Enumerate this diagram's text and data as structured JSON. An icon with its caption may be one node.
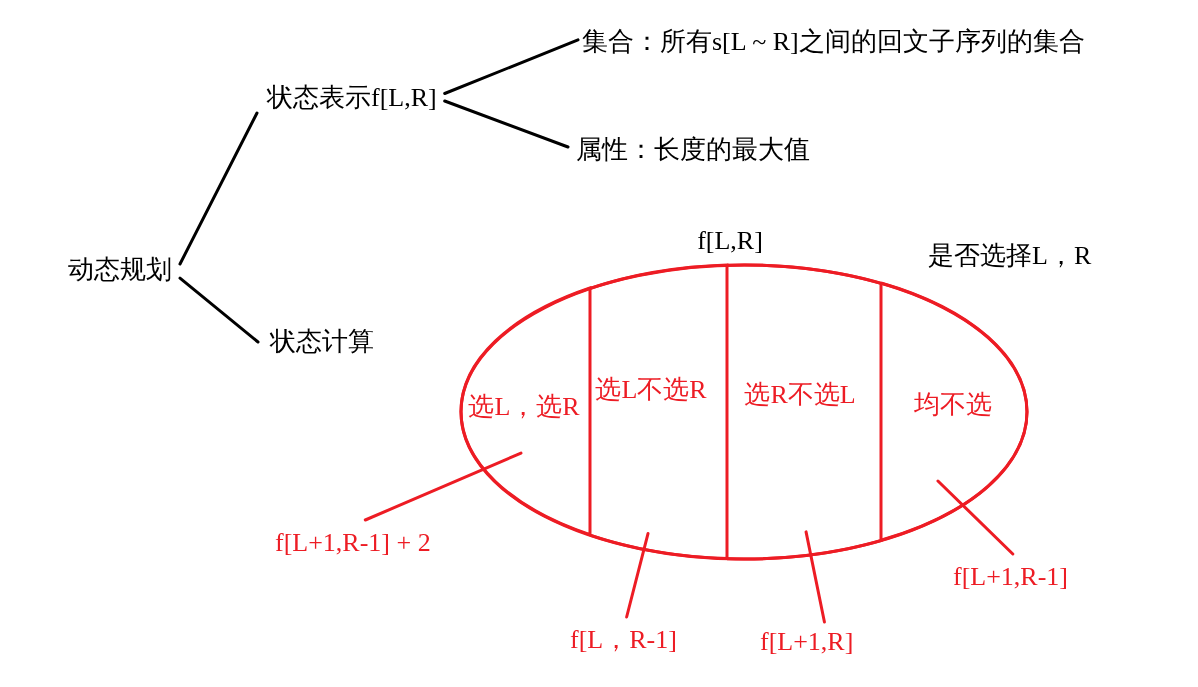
{
  "diagram": {
    "nodes": [
      {
        "text": [
          "动态规划"
        ]
      },
      {
        "text": [
          "状态表示f[L,R]"
        ]
      },
      {
        "text": [
          "集合：所有s[L ~ R]之间的回文子序列的集合"
        ]
      },
      {
        "text": [
          "属性：长度的最大值"
        ]
      },
      {
        "text": [
          "状态计算"
        ]
      },
      {
        "text": [
          "f[L,R]"
        ],
        "beside": [
          "是否选择L，R"
        ]
      },
      {
        "text": [
          "选L，选R"
        ],
        "in": 5
      },
      {
        "text": [
          "选L不选R"
        ],
        "in": 5
      },
      {
        "text": [
          "选R不选L"
        ],
        "in": 5
      },
      {
        "text": [
          "均不选"
        ],
        "in": 5
      },
      {
        "text": [
          "f[L+1,R-1] + 2"
        ]
      },
      {
        "text": [
          "f[L，R-1]"
        ]
      },
      {
        "text": [
          "f[L+1,R]"
        ]
      },
      {
        "text": [
          "f[L+1,R-1]"
        ]
      }
    ],
    "edges": [
      {
        "from": 0,
        "to": 1,
        "arrow": "none"
      },
      {
        "from": 0,
        "to": 4,
        "arrow": "none"
      },
      {
        "from": 1,
        "to": 2,
        "arrow": "none"
      },
      {
        "from": 1,
        "to": 3,
        "arrow": "none"
      },
      {
        "from": 10,
        "to": 6,
        "arrow": "none",
        "color": "#ed1c24"
      },
      {
        "from": 11,
        "to": 7,
        "arrow": "none",
        "color": "#ed1c24"
      },
      {
        "from": 12,
        "to": 8,
        "arrow": "none",
        "color": "#ed1c24"
      },
      {
        "from": 13,
        "to": 9,
        "arrow": "none",
        "color": "#ed1c24"
      }
    ]
  }
}
